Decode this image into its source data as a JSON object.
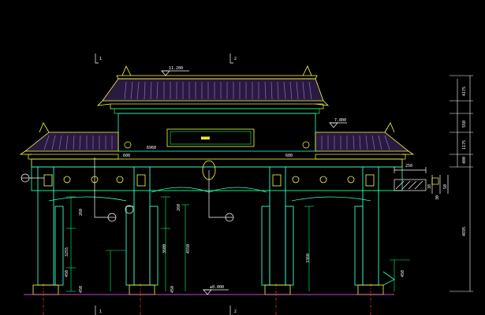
{
  "drawing": {
    "elev_top": "11.200",
    "elev_wing": "7.800",
    "elev_ground": "±0.000",
    "plaque_text": "■■■",
    "span_top": "6960",
    "beam_left": "600",
    "beam_right": "600",
    "grid_top_1": "1",
    "grid_top_2": "2",
    "grid_bottom_1": "1",
    "grid_bottom_2": "2",
    "dim_left_1": "260",
    "dim_left_2": "3255",
    "dim_left_3": "450",
    "dim_left_4": "450",
    "dim_mid_1": "260",
    "dim_mid_2": "3600",
    "dim_mid_3": "4550",
    "dim_mid_4": "450",
    "dim_right_1": "3360",
    "dim_right_2": "450",
    "dim_far_1": "4175",
    "dim_far_2": "550",
    "dim_far_3": "1175",
    "dim_far_4": "400",
    "dim_far_5": "4695",
    "detail_w": "250",
    "detail_h1": "38",
    "detail_h2": "30",
    "detail_h3": "50"
  },
  "colors": {
    "bg": "#000000",
    "roof_tile": "#9966cc",
    "roof_line": "#ffff44",
    "column": "#33ffcc",
    "dimension": "#00ff66",
    "base": "#ff66ff",
    "axis": "#ff3333",
    "text": "#ffffff"
  }
}
